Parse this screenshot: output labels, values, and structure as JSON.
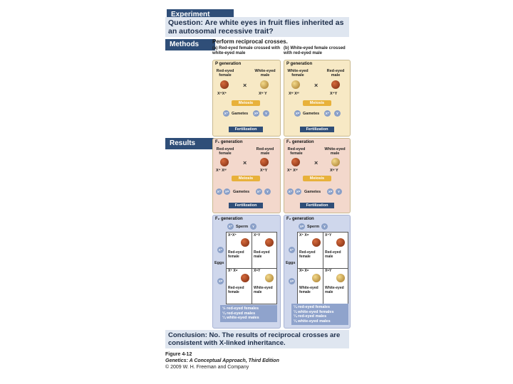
{
  "header": {
    "experiment_tab": "Experiment",
    "question_bold": "Question:",
    "question_text": "Are white eyes in fruit flies inherited as an autosomal recessive trait?"
  },
  "methods": {
    "tab": "Methods",
    "heading": "Perform reciprocal crosses.",
    "cross_a": "(a) Red-eyed female crossed with white-eyed male",
    "cross_b": "(b) White-eyed female crossed with red-eyed male"
  },
  "results": {
    "tab": "Results"
  },
  "p_generation": {
    "title": "P generation",
    "a": {
      "left_label": "Red-eyed female",
      "right_label": "White-eyed male",
      "left_geno": "X⁺X⁺",
      "right_geno": "Xʷ Y",
      "meiosis": "Meiosis",
      "gametes": "Gametes",
      "g1": "X⁺",
      "g2": "Xʷ",
      "g3": "Y",
      "fert": "Fertilization"
    },
    "b": {
      "left_label": "White-eyed female",
      "right_label": "Red-eyed male",
      "left_geno": "Xʷ Xʷ",
      "right_geno": "X⁺Y",
      "meiosis": "Meiosis",
      "gametes": "Gametes",
      "g1": "Xʷ",
      "g2": "X⁺",
      "g3": "Y",
      "fert": "Fertilization"
    }
  },
  "f1_generation": {
    "title": "F₁ generation",
    "a": {
      "left_label": "Red-eyed female",
      "right_label": "Red-eyed male",
      "left_geno": "X⁺ Xʷ",
      "right_geno": "X⁺Y",
      "meiosis": "Meiosis",
      "gametes": "Gametes",
      "g1": "X⁺",
      "g2": "Xʷ",
      "g3": "X⁺",
      "g4": "Y",
      "fert": "Fertilization"
    },
    "b": {
      "left_label": "Red-eyed female",
      "right_label": "White-eyed male",
      "left_geno": "X⁺ Xʷ",
      "right_geno": "Xʷ Y",
      "meiosis": "Meiosis",
      "gametes": "Gametes",
      "g1": "X⁺",
      "g2": "Xʷ",
      "g3": "Xʷ",
      "g4": "Y",
      "fert": "Fertilization"
    }
  },
  "f2_generation": {
    "title": "F₂ generation",
    "sperm": "Sperm",
    "eggs": "Eggs",
    "a": {
      "sperm1": "X⁺",
      "sperm2": "Y",
      "egg1": "X⁺",
      "egg2": "Xʷ",
      "c11_geno": "X⁺X⁺",
      "c11_label": "Red-eyed female",
      "c12_geno": "X⁺Y",
      "c12_label": "Red-eyed male",
      "c21_geno": "X⁺ Xʷ",
      "c21_label": "Red-eyed female",
      "c22_geno": "XʷY",
      "c22_label": "White-eyed male",
      "ratio1": "½ red-eyed females",
      "ratio2": "¼ red-eyed males",
      "ratio3": "¼ white-eyed males"
    },
    "b": {
      "sperm1": "Xʷ",
      "sperm2": "Y",
      "egg1": "X⁺",
      "egg2": "Xʷ",
      "c11_geno": "X⁺ Xʷ",
      "c11_label": "Red-eyed female",
      "c12_geno": "X⁺Y",
      "c12_label": "Red-eyed male",
      "c21_geno": "Xʷ Xʷ",
      "c21_label": "White-eyed female",
      "c22_geno": "XʷY",
      "c22_label": "White-eyed male",
      "ratio1": "¼ red-eyed females",
      "ratio2": "¼ white-eyed females",
      "ratio3": "¼ red-eyed males",
      "ratio4": "¼ white-eyed males"
    }
  },
  "conclusion": {
    "bold": "Conclusion:",
    "text": "No. The results of reciprocal crosses are consistent with X-linked inheritance."
  },
  "caption": {
    "figure": "Figure 4-12",
    "book": "Genetics: A Conceptual Approach, Third Edition",
    "copyright": "© 2009 W. H. Freeman and Company"
  },
  "colors": {
    "header_blue": "#2f4e78",
    "panel_yellow": "#f7e9c5",
    "panel_pink": "#f3d8cc",
    "panel_blue": "#cfd7ec",
    "meiosis_orange": "#e8b13a"
  }
}
